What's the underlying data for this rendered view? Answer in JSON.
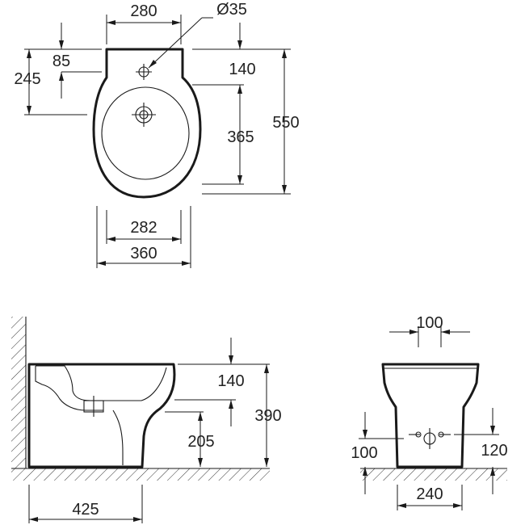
{
  "top_view": {
    "dims": {
      "width_top": "280",
      "hole_diameter": "Ø35",
      "offset_85": "85",
      "offset_245": "245",
      "rim_140": "140",
      "drain_365": "365",
      "length_550": "550",
      "bowl_282": "282",
      "width_360": "360"
    }
  },
  "side_view": {
    "dims": {
      "height_140": "140",
      "height_390": "390",
      "height_205": "205",
      "depth_425": "425"
    }
  },
  "front_view": {
    "dims": {
      "top_100": "100",
      "left_100": "100",
      "right_120": "120",
      "base_240": "240"
    }
  }
}
